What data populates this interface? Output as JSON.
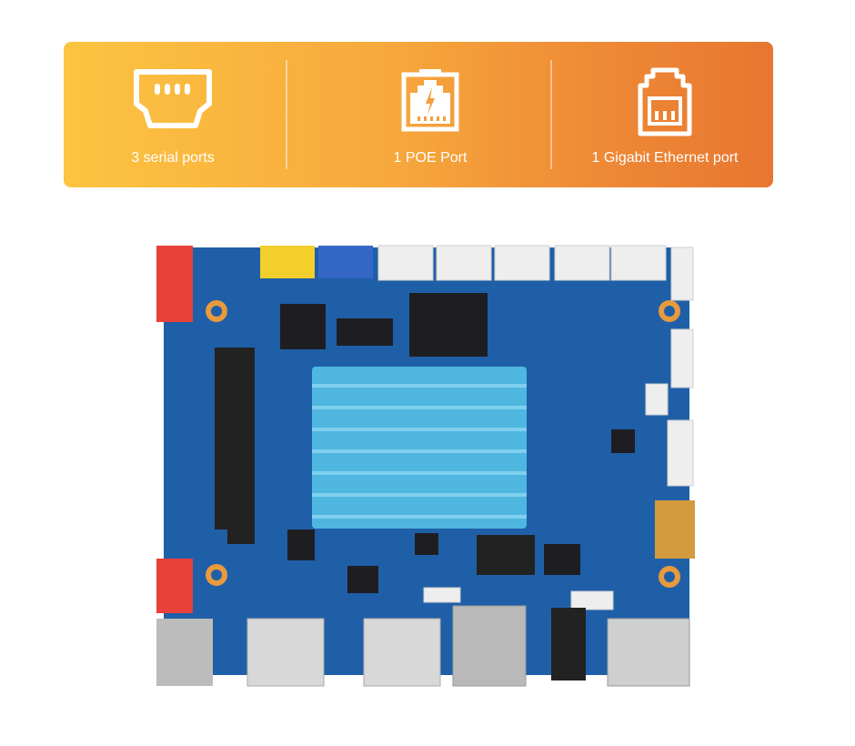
{
  "features": [
    {
      "label": "3 serial ports",
      "icon": "serial-port-icon"
    },
    {
      "label": "1 POE Port",
      "icon": "poe-port-icon"
    },
    {
      "label": "1 Gigabit Ethernet port",
      "icon": "ethernet-port-icon"
    }
  ],
  "colors": {
    "banner_start": "#fcc441",
    "banner_end": "#e8762f",
    "pcb": "#1f5fa8",
    "heatsink": "#4fb6e0"
  }
}
